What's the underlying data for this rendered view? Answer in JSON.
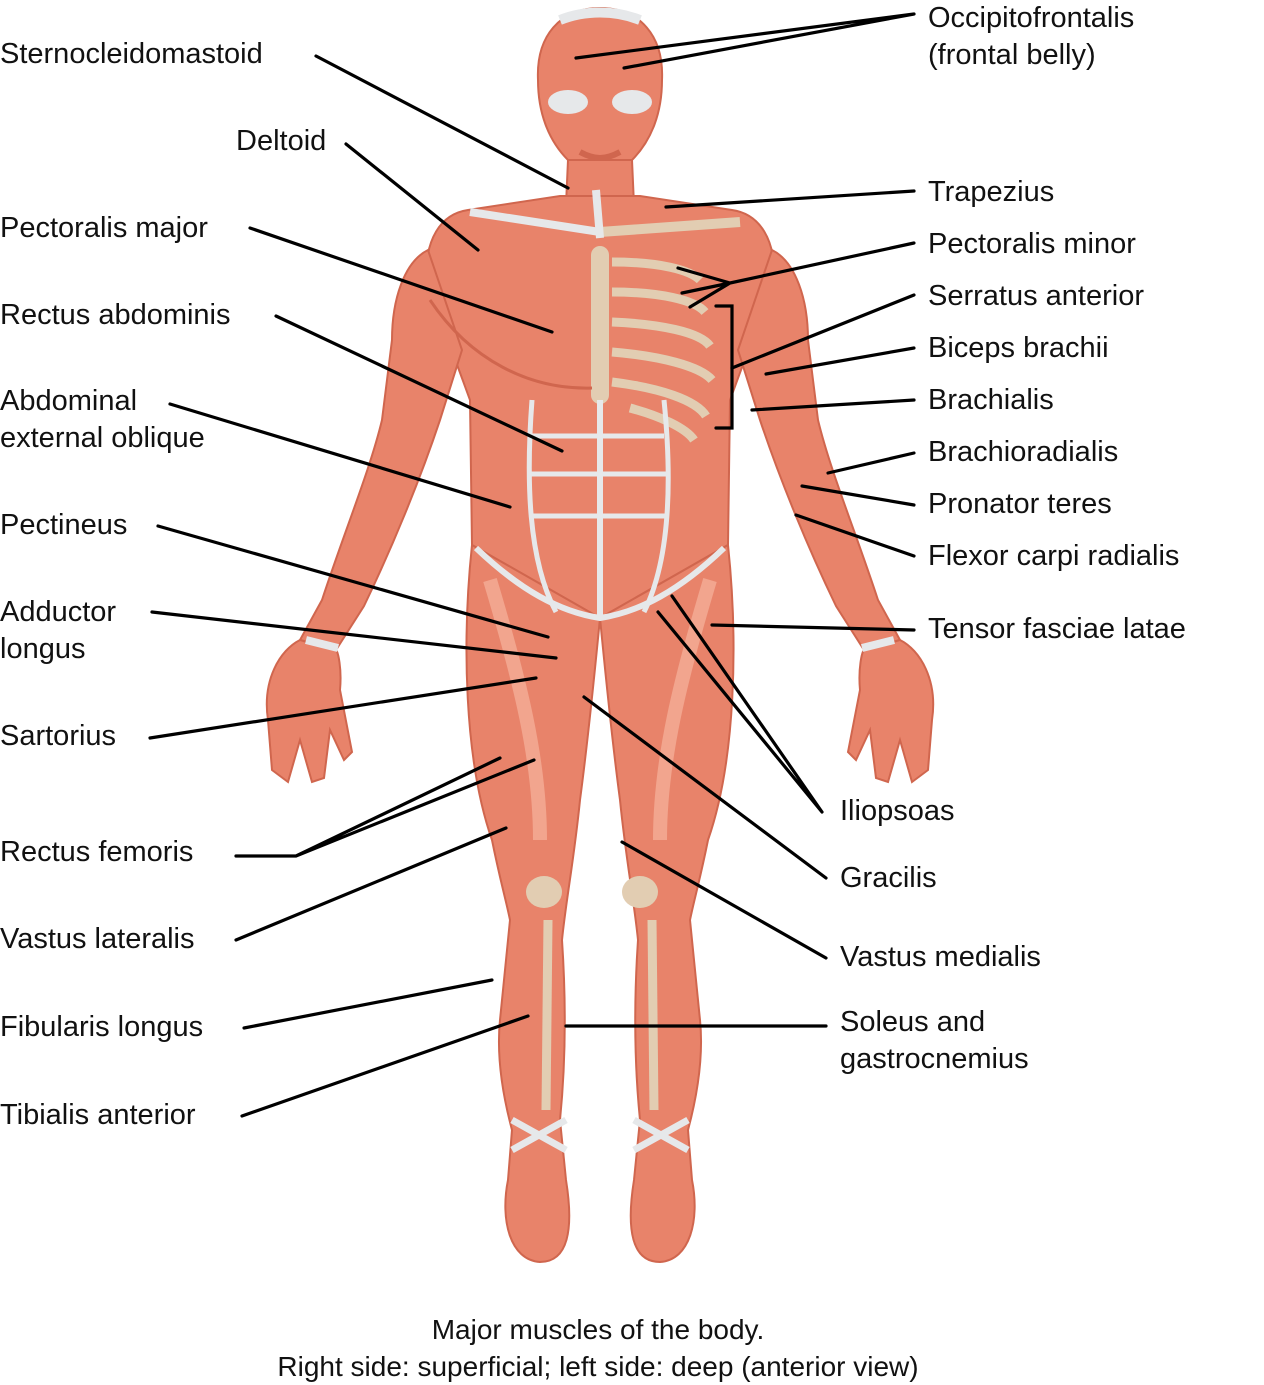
{
  "labels": {
    "occipitofrontalis": [
      "Occipitofrontalis",
      "(frontal belly)"
    ],
    "sternocleidomastoid": "Sternocleidomastoid",
    "deltoid": "Deltoid",
    "trapezius": "Trapezius",
    "pectoralis_major": "Pectoralis major",
    "pectoralis_minor": "Pectoralis minor",
    "serratus_anterior": "Serratus anterior",
    "rectus_abdominis": "Rectus abdominis",
    "biceps_brachii": "Biceps brachii",
    "brachialis": "Brachialis",
    "abdominal_external_oblique": [
      "Abdominal",
      "external oblique"
    ],
    "brachioradialis": "Brachioradialis",
    "pronator_teres": "Pronator teres",
    "pectineus": "Pectineus",
    "flexor_carpi_radialis": "Flexor carpi radialis",
    "adductor_longus": [
      "Adductor",
      "longus"
    ],
    "tensor_fasciae_latae": "Tensor fasciae latae",
    "sartorius": "Sartorius",
    "iliopsoas": "Iliopsoas",
    "rectus_femoris": "Rectus femoris",
    "gracilis": "Gracilis",
    "vastus_lateralis": "Vastus lateralis",
    "vastus_medialis": "Vastus medialis",
    "fibularis_longus": "Fibularis longus",
    "soleus_gastrocnemius": [
      "Soleus and",
      "gastrocnemius"
    ],
    "tibialis_anterior": "Tibialis anterior"
  },
  "caption": {
    "line1": "Major muscles of the body.",
    "line2": "Right side: superficial; left side: deep (anterior view)"
  },
  "colors": {
    "muscle": "#e8836a",
    "muscle_dark": "#d0664e",
    "muscle_light": "#f2a58e",
    "tendon": "#e6e8ea",
    "bone": "#e2cdb2",
    "leader": "#000000"
  }
}
